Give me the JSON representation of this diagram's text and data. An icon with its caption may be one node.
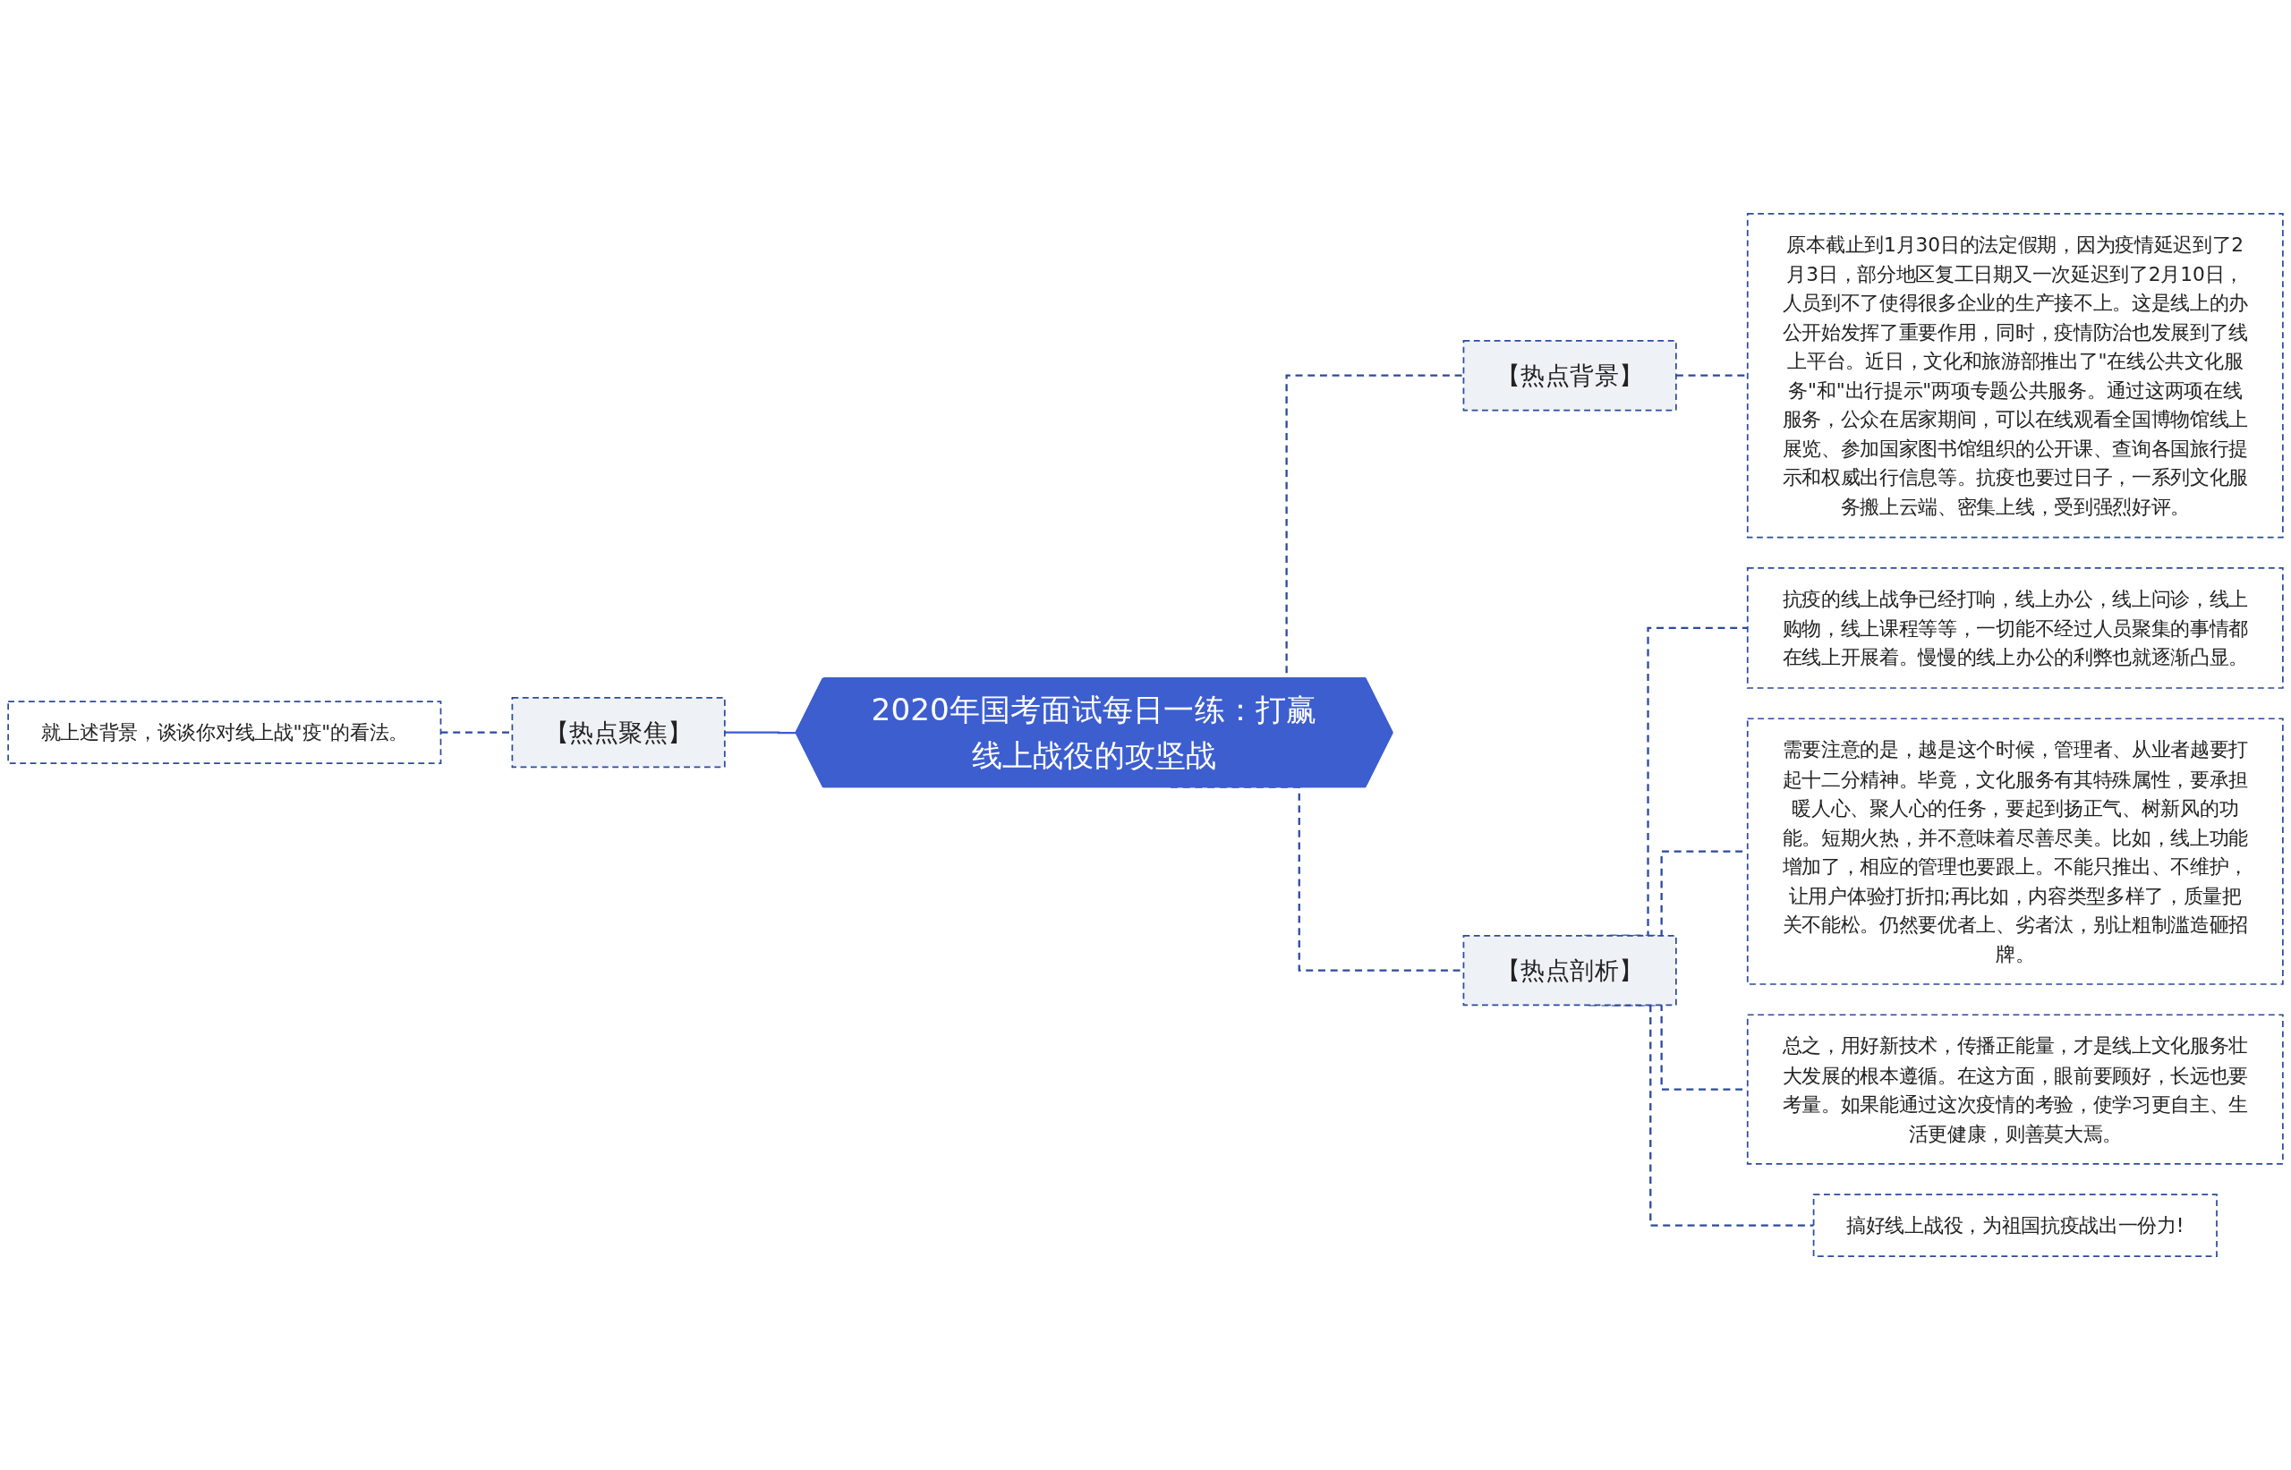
{
  "diagram": {
    "nodes": [
      {
        "text": [
          "2020年国考面试每日一练：打赢线上战役的攻坚战"
        ]
      },
      {
        "text": [
          "【热点聚焦】"
        ]
      },
      {
        "text": [
          "就上述背景，谈谈你对线上战\"疫\"的看法。"
        ]
      },
      {
        "text": [
          "【热点背景】"
        ]
      },
      {
        "text": [
          "原本截止到1月30日的法定假期，因为疫情延迟到了2月3日，部分地区复工日期又一次延迟到了2月10日，人员到不了使得很多企业的生产接不上。这是线上的办公开始发挥了重要作用，同时，疫情防治也发展到了线上平台。近日，文化和旅游部推出了\"在线公共文化服务\"和\"出行提示\"两项专题公共服务。通过这两项在线服务，公众在居家期间，可以在线观看全国博物馆线上展览、参加国家图书馆组织的公开课、查询各国旅行提示和权威出行信息等。抗疫也要过日子，一系列文化服务搬上云端、密集上线，受到强烈好评。"
        ]
      },
      {
        "text": [
          "【热点剖析】"
        ]
      },
      {
        "text": [
          "抗疫的线上战争已经打响，线上办公，线上问诊，线上购物，线上课程等等，一切能不经过人员聚集的事情都在线上开展着。慢慢的线上办公的利弊也就逐渐凸显。"
        ]
      },
      {
        "text": [
          "需要注意的是，越是这个时候，管理者、从业者越要打起十二分精神。毕竟，文化服务有其特殊属性，要承担暖人心、聚人心的任务，要起到扬正气、树新风的功能。短期火热，并不意味着尽善尽美。比如，线上功能增加了，相应的管理也要跟上。不能只推出、不维护，让用户体验打折扣;再比如，内容类型多样了，质量把关不能松。仍然要优者上、劣者汰，别让粗制滥造砸招牌。"
        ]
      },
      {
        "text": [
          "总之，用好新技术，传播正能量，才是线上文化服务壮大发展的根本遵循。在这方面，眼前要顾好，长远也要考量。如果能通过这次疫情的考验，使学习更自主、生活更健康，则善莫大焉。"
        ]
      },
      {
        "text": [
          "搞好线上战役，为祖国抗疫战出一份力!"
        ]
      }
    ],
    "edges": [
      {
        "from": 2,
        "to": 1,
        "arrow": "none",
        "style": "dashed"
      },
      {
        "from": 1,
        "to": 0,
        "arrow": "none",
        "color": "#3b5bd1"
      },
      {
        "from": 0,
        "to": 3,
        "arrow": "none",
        "style": "dashed"
      },
      {
        "from": 3,
        "to": 4,
        "arrow": "none",
        "style": "dashed"
      },
      {
        "from": 0,
        "to": 5,
        "arrow": "none",
        "style": "dashed"
      },
      {
        "from": 5,
        "to": 6,
        "arrow": "none",
        "style": "dashed"
      },
      {
        "from": 5,
        "to": 7,
        "arrow": "none",
        "style": "dashed"
      },
      {
        "from": 5,
        "to": 8,
        "arrow": "none",
        "style": "dashed"
      },
      {
        "from": 5,
        "to": 9,
        "arrow": "none",
        "style": "dashed"
      }
    ]
  }
}
